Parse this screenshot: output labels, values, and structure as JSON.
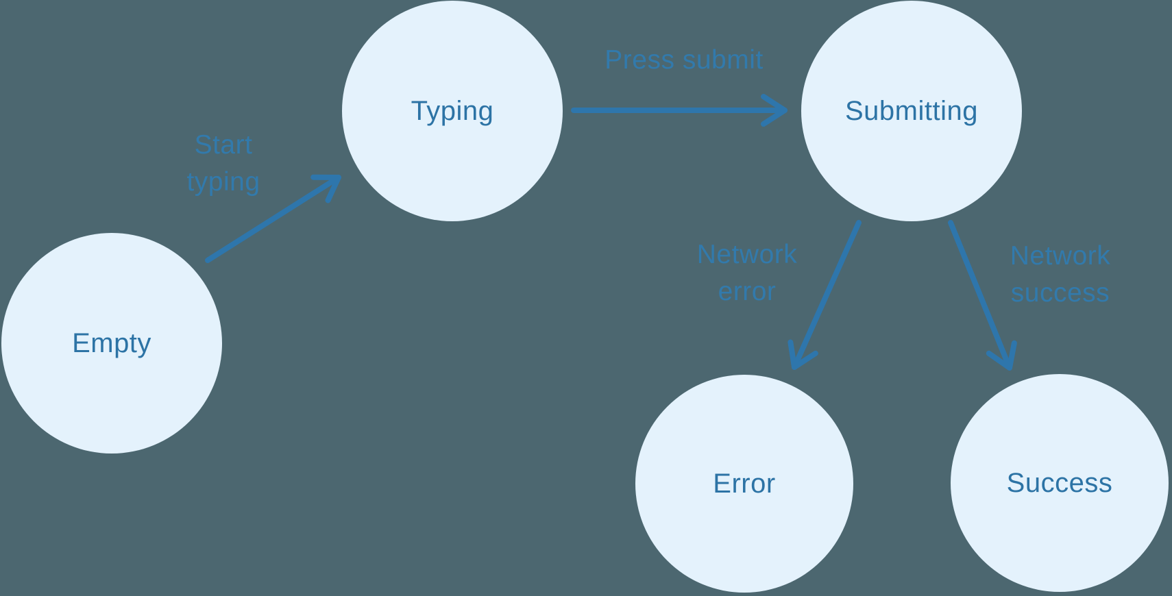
{
  "diagram": {
    "background_color": "#4C6770",
    "node_fill_color": "#E4F2FC",
    "node_text_color": "#2C73A5",
    "edge_color": "#2E76AC",
    "edge_label_color": "#327AAC",
    "nodes": [
      {
        "id": "empty",
        "label": "Empty"
      },
      {
        "id": "typing",
        "label": "Typing"
      },
      {
        "id": "submitting",
        "label": "Submitting"
      },
      {
        "id": "error",
        "label": "Error"
      },
      {
        "id": "success",
        "label": "Success"
      }
    ],
    "edges": [
      {
        "from": "empty",
        "to": "typing",
        "label": "Start typing"
      },
      {
        "from": "typing",
        "to": "submitting",
        "label": "Press submit"
      },
      {
        "from": "submitting",
        "to": "error",
        "label": "Network error"
      },
      {
        "from": "submitting",
        "to": "success",
        "label": "Network success"
      }
    ]
  }
}
